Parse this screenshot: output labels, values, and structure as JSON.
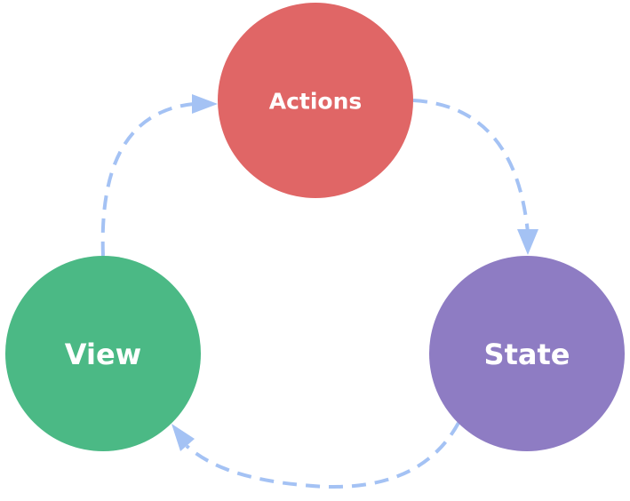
{
  "nodes": {
    "actions": {
      "label": "Actions",
      "color": "#e06666"
    },
    "state": {
      "label": "State",
      "color": "#8e7cc3"
    },
    "view": {
      "label": "View",
      "color": "#4bb985"
    }
  },
  "arrows": {
    "color": "#a4c2f4",
    "flow": [
      "Actions",
      "State",
      "View",
      "Actions"
    ]
  }
}
